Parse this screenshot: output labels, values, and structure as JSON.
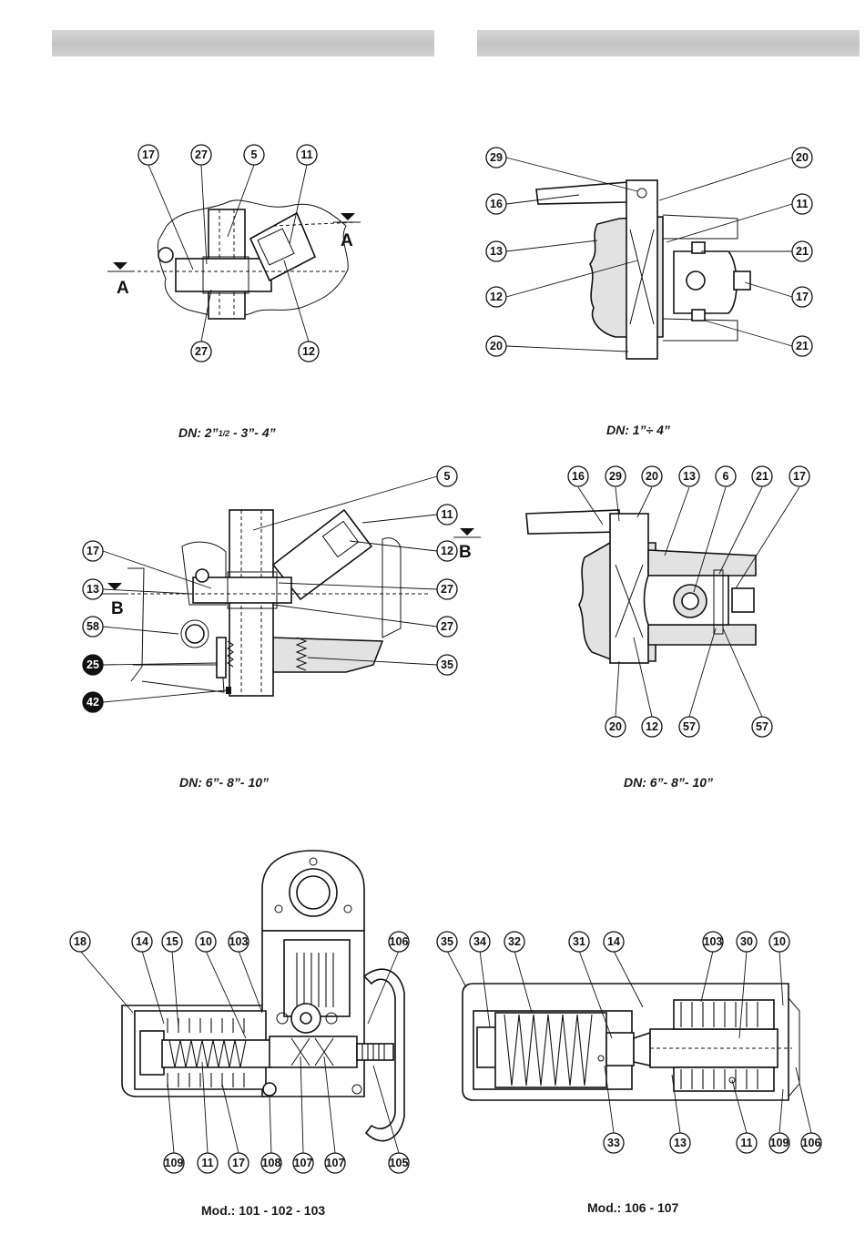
{
  "captions": {
    "d1": "DN: 2”",
    "d1_sub": "1/2",
    "d1_rest": " - 3”- 4”",
    "d2": "DN: 1”÷ 4”",
    "d3": "DN: 6”- 8”- 10”",
    "d4": "DN: 6”- 8”- 10”",
    "d5": "Mod.: 101 - 102 - 103",
    "d6": "Mod.: 106 - 107"
  },
  "section_letters": {
    "a": "A",
    "b": "B"
  },
  "callouts": {
    "d1": [
      "17",
      "27",
      "5",
      "11",
      "27",
      "12"
    ],
    "d2": [
      "29",
      "16",
      "13",
      "12",
      "20",
      "20",
      "11",
      "21",
      "17",
      "21"
    ],
    "d3": [
      "5",
      "11",
      "12",
      "27",
      "27",
      "35",
      "17",
      "13",
      "58",
      "25",
      "42"
    ],
    "d4": [
      "16",
      "29",
      "20",
      "13",
      "6",
      "21",
      "17",
      "20",
      "12",
      "57",
      "57"
    ],
    "d5": [
      "18",
      "14",
      "15",
      "10",
      "103",
      "106",
      "109",
      "11",
      "17",
      "108",
      "107",
      "107",
      "105"
    ],
    "d6": [
      "35",
      "34",
      "32",
      "31",
      "14",
      "103",
      "30",
      "10",
      "33",
      "13",
      "11",
      "109",
      "106"
    ]
  }
}
